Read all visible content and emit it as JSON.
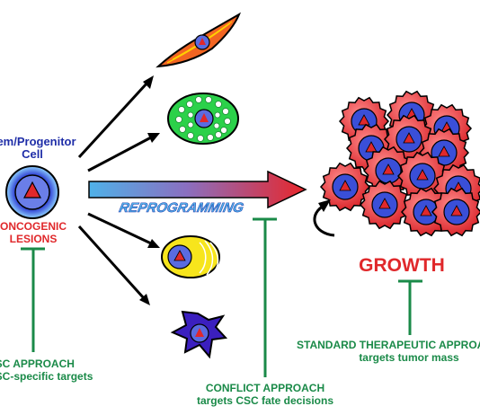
{
  "source_cell": {
    "title_line1": "Stem/Progenitor",
    "title_line2": "Cell",
    "lesion_line1": "ONCOGENIC",
    "lesion_line2": "LESIONS"
  },
  "reprogramming_label": "REPROGRAMMING",
  "growth_label": "GROWTH",
  "approaches": {
    "csc": {
      "line1": "CSC APPROACH",
      "line2": "CSC-specific targets"
    },
    "conflict": {
      "line1": "CONFLICT APPROACH",
      "line2": "targets CSC fate decisions"
    },
    "standard": {
      "line1": "STANDARD THERAPEUTIC APPROACH",
      "line2": "targets tumor mass"
    }
  },
  "colors": {
    "cell_blue": "#3a4fd8",
    "nucleus_red": "#e0282b",
    "tumor_red": "#e23a3a",
    "label_blue": "#1f2ea8",
    "label_red": "#e0282b",
    "label_green": "#1a8a48",
    "arrow_black": "#000000"
  }
}
